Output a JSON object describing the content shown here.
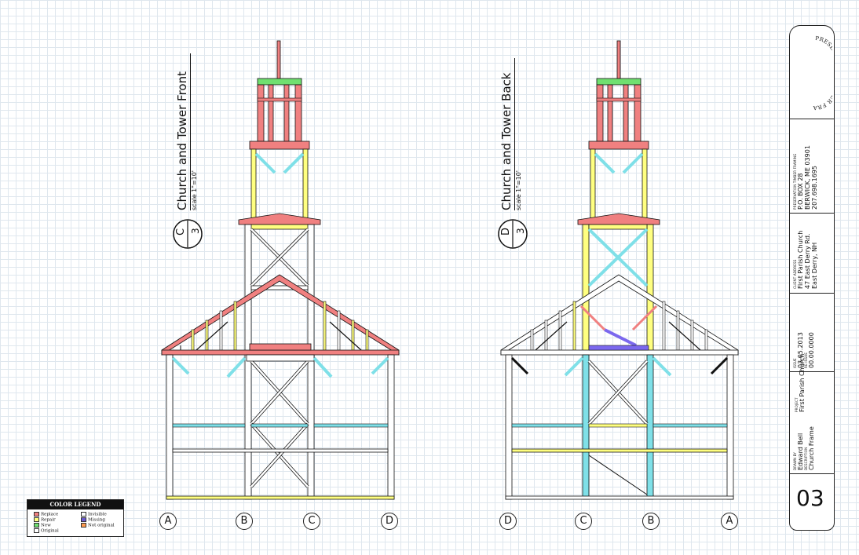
{
  "views": [
    {
      "section": "C",
      "sheet": "3",
      "title": "Church and Tower Front",
      "scale": "scale 1\"=10'",
      "grid": [
        "A",
        "B",
        "C",
        "D"
      ]
    },
    {
      "section": "D",
      "sheet": "3",
      "title": "Church and Tower Back",
      "scale": "scale 1\"=10'",
      "grid": [
        "D",
        "C",
        "B",
        "A"
      ]
    }
  ],
  "title_block": {
    "company_logo_text": "PRESERVATION TIMBER FRAMING, INC.",
    "company_caption": "PRESERVATION TIMBER FRAMING",
    "company_lines": [
      "P.O. BOX 28",
      "BERWICK, ME 03901",
      "207.698.1695"
    ],
    "client_caption": "CLIENT ADDRESS",
    "client_lines": [
      "First Parish Church",
      "47 East Derry Rd.",
      "East Derry, NH"
    ],
    "issue_caption": "ISSUE",
    "issue_date": "03.05.2013",
    "reissue_caption": "RE-ISSUE",
    "reissue_date": "00.00.0000",
    "project_caption": "PROJECT",
    "project": "First Parish Church",
    "drawn_caption": "DRAWN BY",
    "drawn_by": "Edward Bell",
    "description_caption": "DESCRIPTION",
    "description": "Church Frame",
    "sheet_number": "03"
  },
  "legend": {
    "title": "COLOR LEGEND",
    "items": [
      {
        "label": "Replace",
        "color": "#f08080"
      },
      {
        "label": "Invisible",
        "color": "#ffffff"
      },
      {
        "label": "Repair",
        "color": "#ffff80"
      },
      {
        "label": "Missing",
        "color": "#6a5acd"
      },
      {
        "label": "New",
        "color": "#70e070"
      },
      {
        "label": "Not original",
        "color": "#ff9b50"
      },
      {
        "label": "Original",
        "color": "#ffffff"
      }
    ]
  },
  "colors": {
    "replace": "#f08080",
    "repair": "#ffff80",
    "new": "#70e070",
    "cyan": "#7fe0e8",
    "missing": "#7b68ee"
  }
}
